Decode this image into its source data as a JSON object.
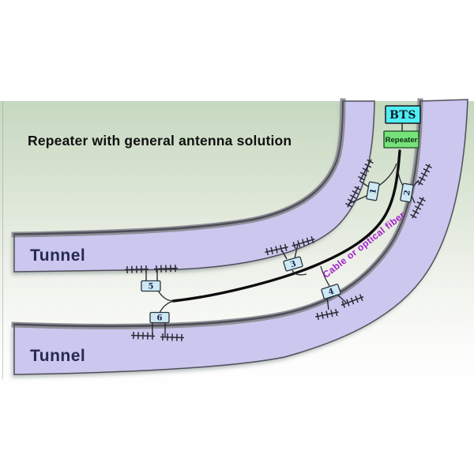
{
  "title": "Repeater with general antenna solution",
  "diagram": {
    "bts_label": "BTS",
    "repeater_label": "Repeater",
    "cable_label": "Cable or optical fiber",
    "tunnel_upper_label": "Tunnel",
    "tunnel_lower_label": "Tunnel",
    "couplers": [
      {
        "id": "coupler-1",
        "label": "1"
      },
      {
        "id": "coupler-2",
        "label": "2"
      },
      {
        "id": "coupler-3",
        "label": "3"
      },
      {
        "id": "coupler-4",
        "label": "4"
      },
      {
        "id": "coupler-5",
        "label": "5"
      },
      {
        "id": "coupler-6",
        "label": "6"
      }
    ]
  },
  "colors": {
    "background_green": "#c6d8c0",
    "tunnel_fill": "#cbc7ee",
    "tunnel_wall_gray": "#8f8f97",
    "tunnel_edge_dark": "#4f4f5a",
    "bts_fill": "#4feef2",
    "repeater_fill": "#76e27a",
    "coupler_fill": "#cde9f3",
    "cable_black": "#0d0d0d",
    "cable_label_purple": "#a420cb",
    "label_navy": "#262a52",
    "title_black": "#101010"
  }
}
